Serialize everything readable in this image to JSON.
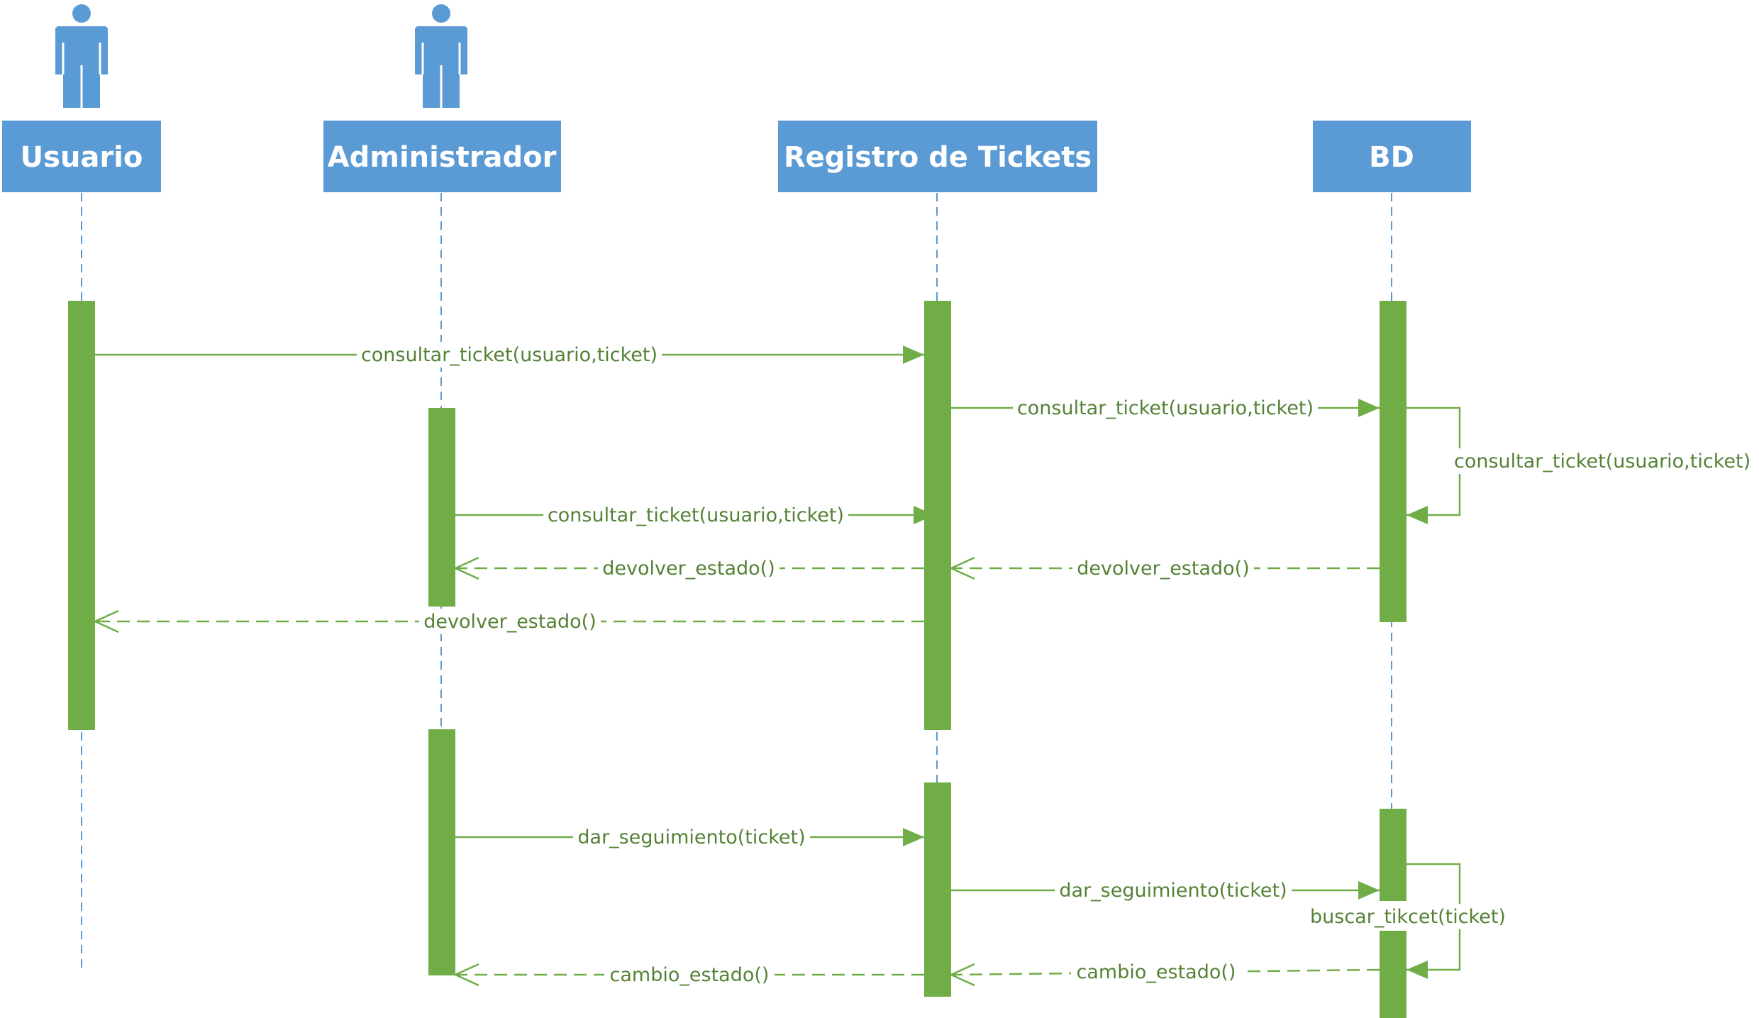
{
  "colors": {
    "actor_fill": "#5B9BD5",
    "lifeline": "#5B9BD5",
    "activation": "#70AD47",
    "message": "#70AD47",
    "message_text": "#548235"
  },
  "participants": [
    {
      "id": "usuario",
      "label": "Usuario",
      "icon": "person-icon"
    },
    {
      "id": "administrador",
      "label": "Administrador",
      "icon": "person-icon"
    },
    {
      "id": "registro",
      "label": "Registro de Tickets"
    },
    {
      "id": "bd",
      "label": "BD"
    }
  ],
  "messages": [
    {
      "label": "consultar_ticket(usuario,ticket)",
      "from": "usuario",
      "to": "registro",
      "kind": "sync"
    },
    {
      "label": "consultar_ticket(usuario,ticket)",
      "from": "registro",
      "to": "bd",
      "kind": "sync"
    },
    {
      "label": "consultar_ticket(usuario,ticket)",
      "from": "bd",
      "to": "bd",
      "kind": "self"
    },
    {
      "label": "consultar_ticket(usuario,ticket)",
      "from": "administrador",
      "to": "registro",
      "kind": "sync"
    },
    {
      "label": "devolver_estado()",
      "from": "registro",
      "to": "administrador",
      "kind": "reply"
    },
    {
      "label": "devolver_estado()",
      "from": "bd",
      "to": "registro",
      "kind": "reply"
    },
    {
      "label": "devolver_estado()",
      "from": "registro",
      "to": "usuario",
      "kind": "reply"
    },
    {
      "label": "dar_seguimiento(ticket)",
      "from": "administrador",
      "to": "registro",
      "kind": "sync"
    },
    {
      "label": "dar_seguimiento(ticket)",
      "from": "registro",
      "to": "bd",
      "kind": "sync"
    },
    {
      "label": "buscar_tikcet(ticket)",
      "from": "bd",
      "to": "bd",
      "kind": "self"
    },
    {
      "label": "cambio_estado()",
      "from": "registro",
      "to": "administrador",
      "kind": "reply"
    },
    {
      "label": "cambio_estado()",
      "from": "bd",
      "to": "registro",
      "kind": "reply"
    }
  ]
}
